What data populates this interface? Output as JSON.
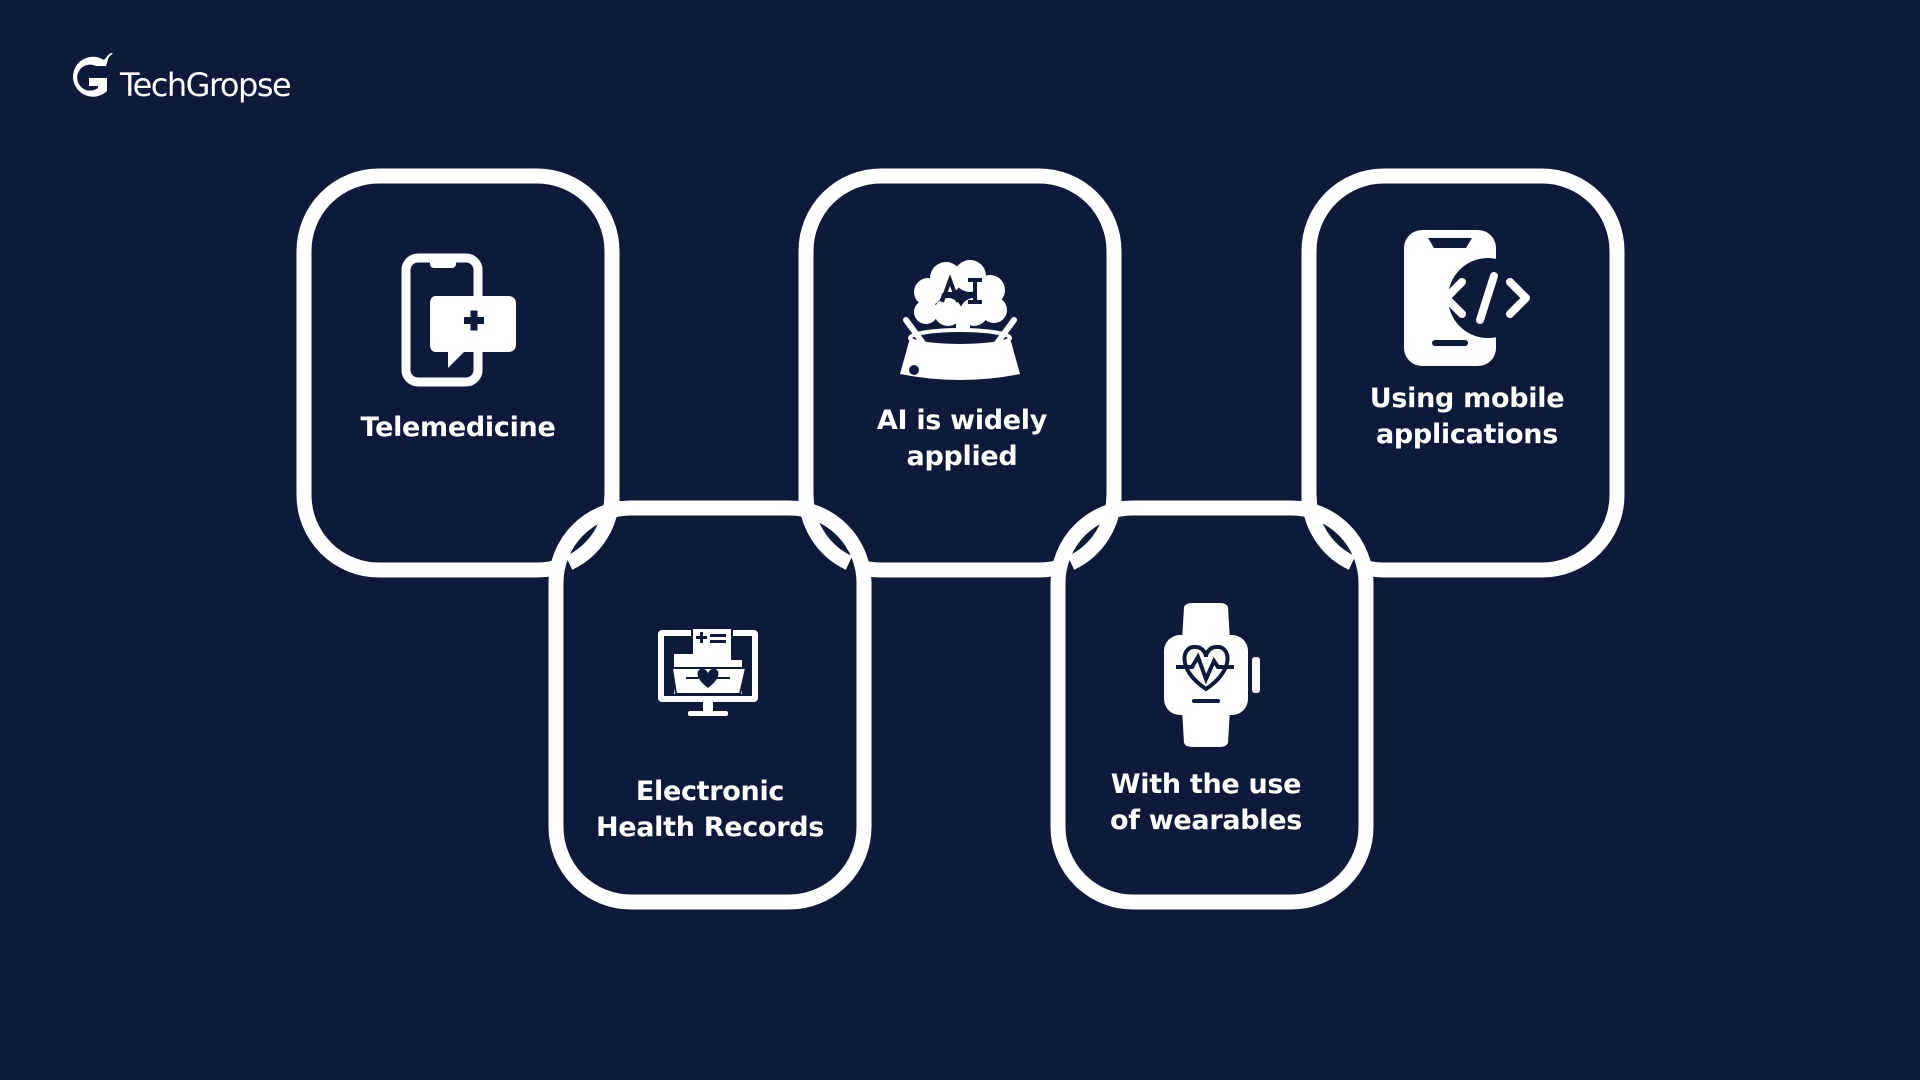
{
  "colors": {
    "background": "#0E1A3A",
    "foreground": "#FFFFFF"
  },
  "brand": {
    "name": "TechGropse",
    "icon": "techgropse-logo-mark"
  },
  "cards": [
    {
      "id": "telemedicine",
      "icon": "phone-medical-chat-icon",
      "lines": [
        "Telemedicine"
      ]
    },
    {
      "id": "ehr",
      "icon": "monitor-health-folder-icon",
      "lines": [
        "Electronic",
        "Health Records"
      ]
    },
    {
      "id": "ai",
      "icon": "ai-brain-hologram-icon",
      "lines": [
        "AI is widely",
        "applied"
      ]
    },
    {
      "id": "wearables",
      "icon": "smartwatch-heart-icon",
      "lines": [
        "With the use",
        "of wearables"
      ]
    },
    {
      "id": "mobile",
      "icon": "phone-code-icon",
      "lines": [
        "Using mobile",
        "applications"
      ]
    }
  ]
}
